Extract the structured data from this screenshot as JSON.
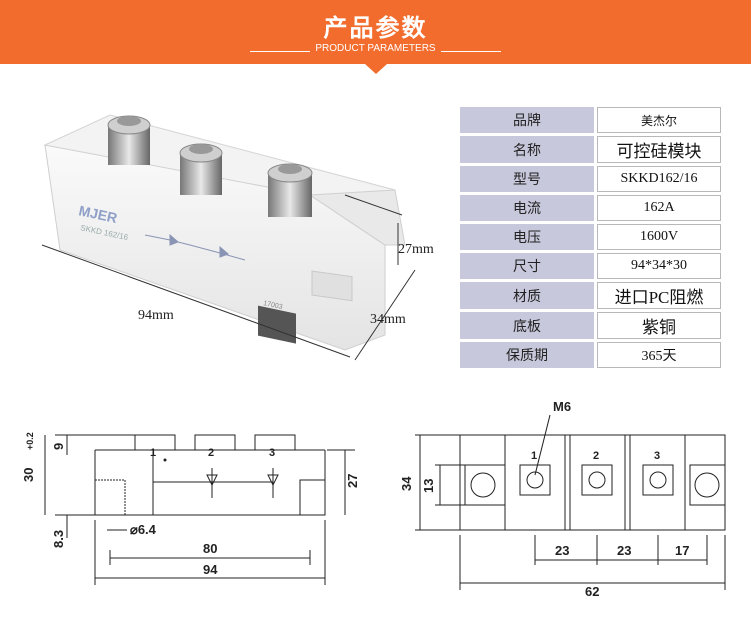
{
  "banner": {
    "title": "产品参数",
    "subtitle": "PRODUCT PARAMETERS",
    "color": "#f26c2d"
  },
  "photo": {
    "brand_mark": "MJER",
    "model_print": "SKKD 162/16",
    "code_print": "17003",
    "dims": {
      "length": "94mm",
      "height": "27mm",
      "width": "34mm"
    }
  },
  "params": [
    {
      "key": "品牌",
      "value": "美杰尔"
    },
    {
      "key": "名称",
      "value": "可控硅模块"
    },
    {
      "key": "型号",
      "value": "SKKD162/16"
    },
    {
      "key": "电流",
      "value": "162A"
    },
    {
      "key": "电压",
      "value": "1600V"
    },
    {
      "key": "尺寸",
      "value": "94*34*30"
    },
    {
      "key": "材质",
      "value": "进口PC阻燃"
    },
    {
      "key": "底板",
      "value": "紫铜"
    },
    {
      "key": "保质期",
      "value": "365天"
    }
  ],
  "side_drawing": {
    "h_total": "30",
    "h_tol": "+0.2",
    "h_top": "9",
    "h_body": "27",
    "h_base": "8.3",
    "hole": "⌀6.4",
    "span": "80",
    "length": "94",
    "terminals": [
      "1",
      "2",
      "3"
    ]
  },
  "top_drawing": {
    "screw": "M6",
    "width": "34",
    "inner": "13",
    "pitch1": "23",
    "pitch2": "23",
    "end": "17",
    "total": "62",
    "terminals": [
      "1",
      "2",
      "3"
    ]
  }
}
